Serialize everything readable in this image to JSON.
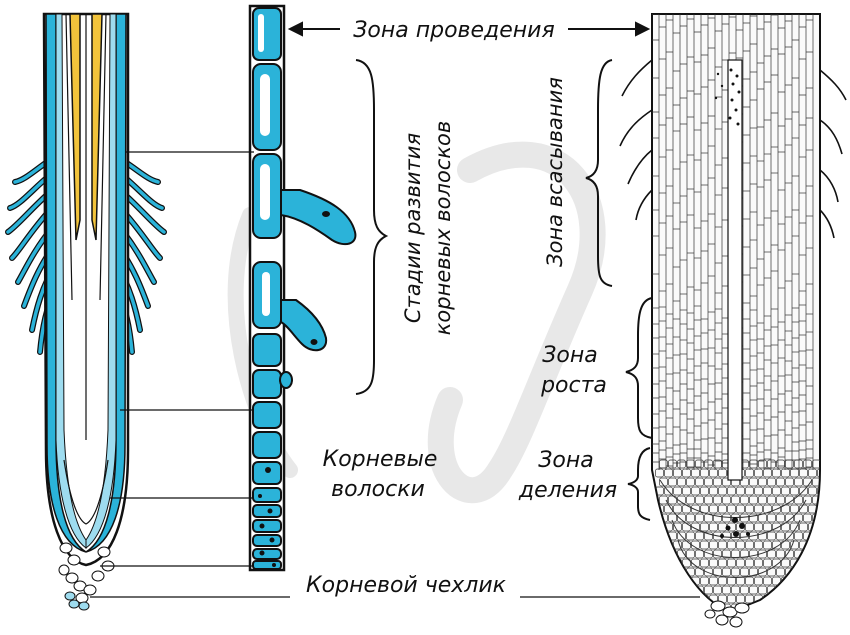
{
  "labels": {
    "conduction_zone": "Зона проведения",
    "hair_stages_line1": "Стадии развития",
    "hair_stages_line2": "корневых волосков",
    "absorption_zone": "Зона всасывания",
    "growth_zone_line1": "Зона",
    "growth_zone_line2": "роста",
    "division_zone_line1": "Зона",
    "division_zone_line2": "деления",
    "root_hairs_line1": "Корневые",
    "root_hairs_line2": "волоски",
    "root_cap": "Корневой чехлик"
  },
  "colors": {
    "epidermis_cyan": "#2bb3d9",
    "light_cyan": "#9edcef",
    "xylem_yellow": "#f2c33b",
    "outline": "#111111",
    "watermark": "#e6e6e6"
  },
  "icons": {
    "arrow_left": "arrow-left-icon",
    "arrow_right": "arrow-right-icon"
  }
}
